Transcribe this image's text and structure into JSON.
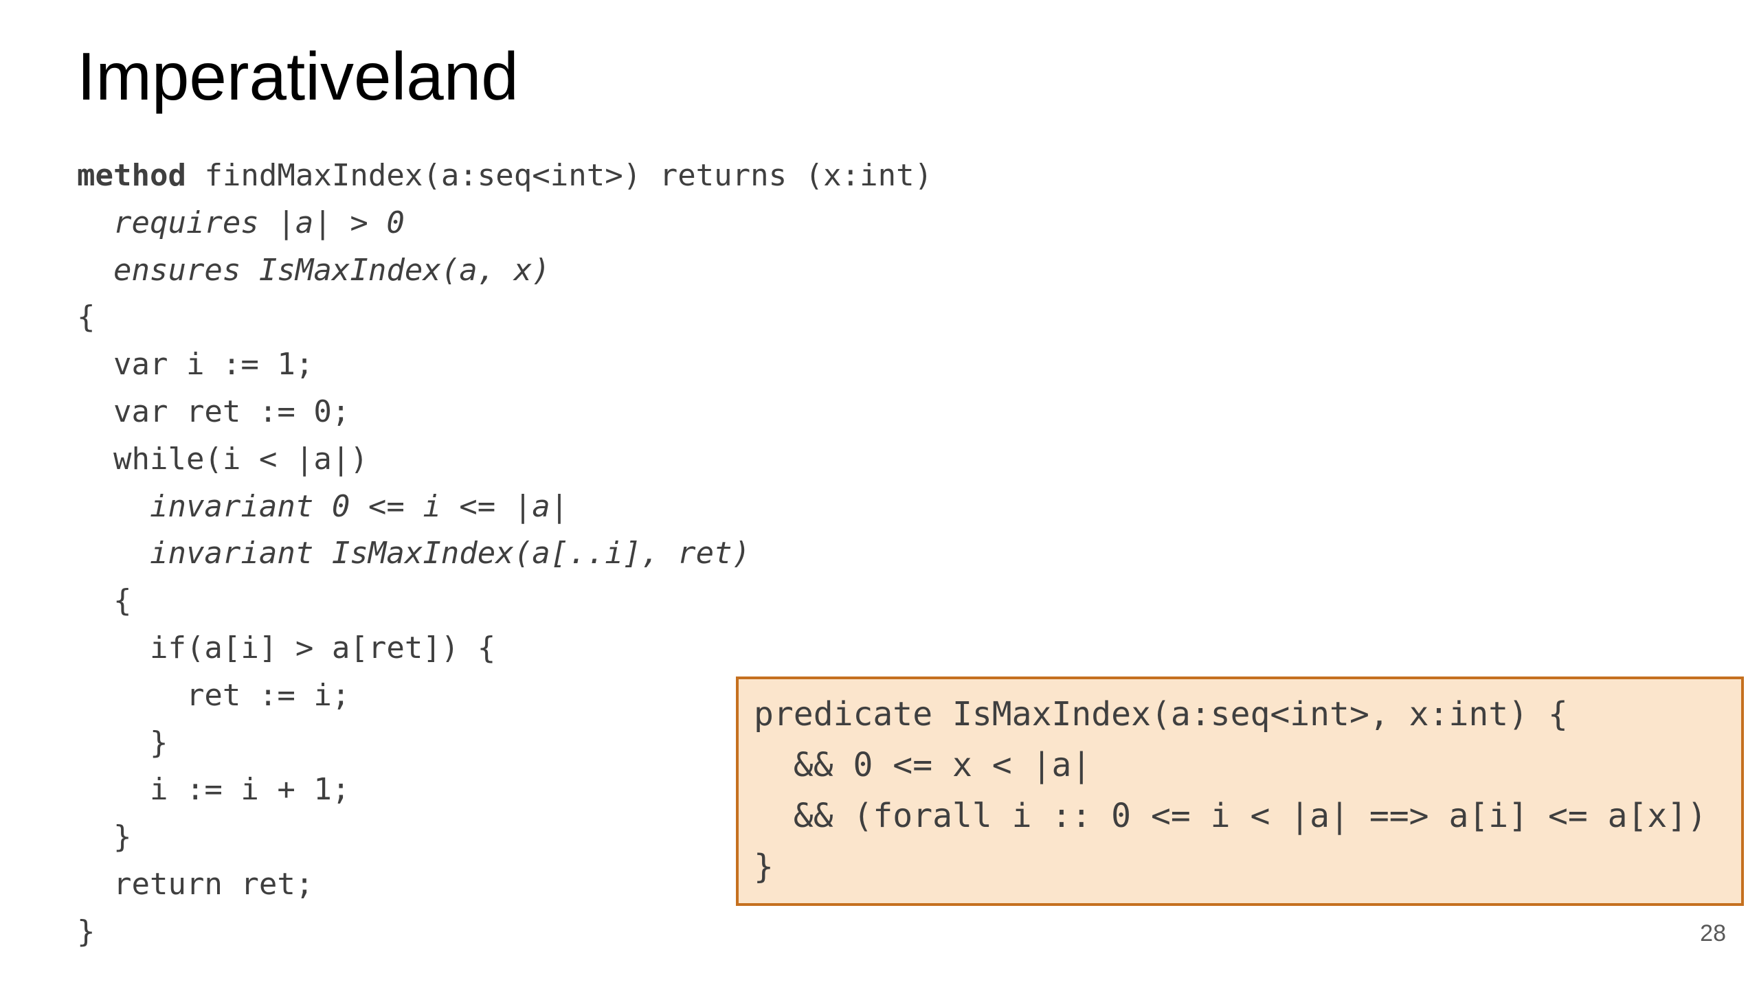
{
  "slide": {
    "title": "Imperativeland",
    "page_number": "28"
  },
  "method": {
    "keyword": "method",
    "signature": " findMaxIndex(a:seq<int>) returns (x:int)",
    "requires": "  requires |a| > 0",
    "ensures": "  ensures IsMaxIndex(a, x)",
    "open_brace": "{",
    "var_i": "  var i := 1;",
    "var_ret": "  var ret := 0;",
    "while_head": "  while(i < |a|)",
    "invariant_1": "    invariant 0 <= i <= |a|",
    "invariant_2": "    invariant IsMaxIndex(a[..i], ret)",
    "loop_open": "  {",
    "if_head": "    if(a[i] > a[ret]) {",
    "assign_ret": "      ret := i;",
    "if_close": "    }",
    "increment": "    i := i + 1;",
    "loop_close": "  }",
    "return_stmt": "  return ret;",
    "close_brace": "}"
  },
  "predicate": {
    "line_1": "predicate IsMaxIndex(a:seq<int>, x:int) {",
    "line_2": "  && 0 <= x < |a|",
    "line_3": "  && (forall i :: 0 <= i < |a| ==> a[i] <= a[x])",
    "line_4": "}",
    "fill_color": "#fbe5cc",
    "border_color": "#c5701f"
  }
}
